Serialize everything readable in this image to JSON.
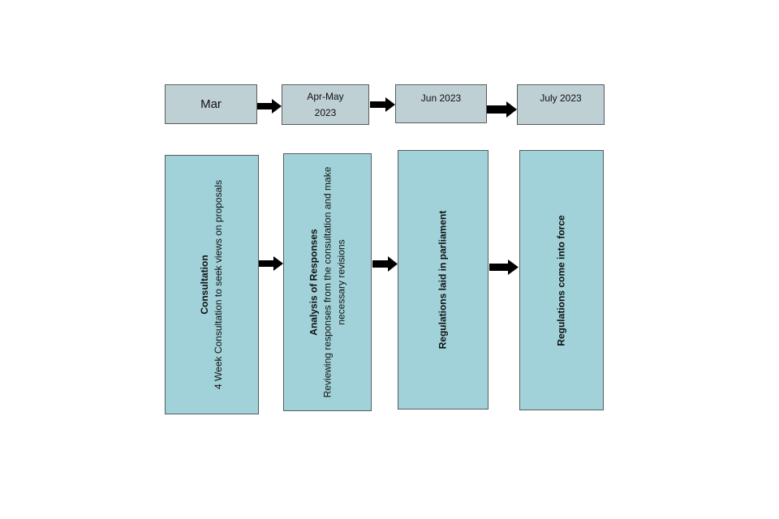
{
  "timeline": [
    {
      "label": "Mar"
    },
    {
      "label": "Apr-May\n2023"
    },
    {
      "label": "Jun 2023"
    },
    {
      "label": "July 2023"
    }
  ],
  "stages": [
    {
      "title": "Consultation",
      "description": "4 Week Consultation to seek views on proposals"
    },
    {
      "title": "Analysis of Responses",
      "description": "Reviewing responses from the consultation and make necessary revisions"
    },
    {
      "title": "Regulations laid  in parliament",
      "description": ""
    },
    {
      "title": "Regulations come into force",
      "description": ""
    }
  ],
  "colors": {
    "date_box_fill": "#bfd0d4",
    "stage_box_fill": "#a1d2d9",
    "border": "#555d5f",
    "arrow": "#000000"
  }
}
